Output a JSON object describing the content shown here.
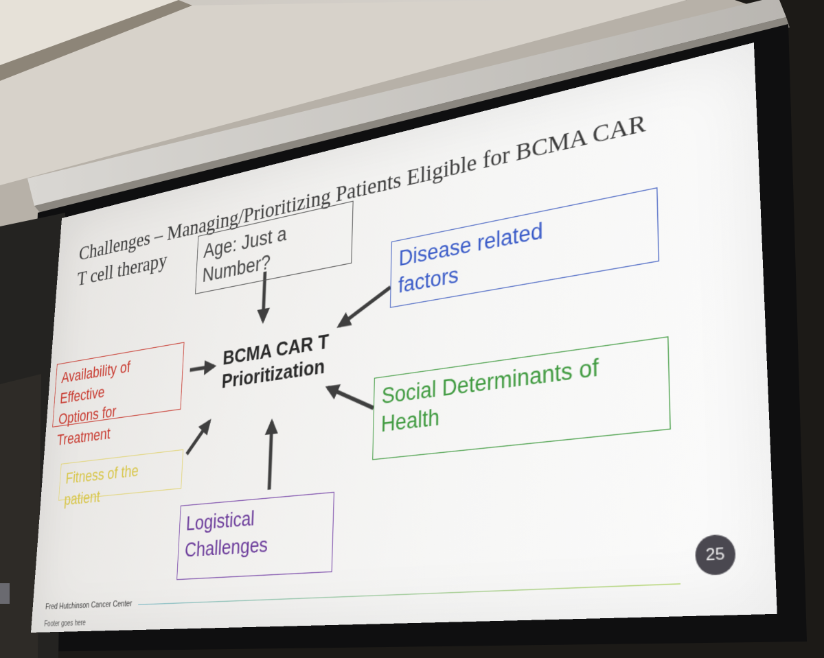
{
  "slide": {
    "title_line1": "Challenges – Managing/Prioritizing Patients Eligible for BCMA CAR",
    "title_line2": "T cell therapy",
    "center_line1": "BCMA CAR T",
    "center_line2": "Prioritization",
    "factors": {
      "age": "Age: Just a Number?",
      "disease_line1": "Disease related",
      "disease_line2": "factors",
      "availability_line1": "Availability of Effective",
      "availability_line2": "Options for Treatment",
      "fitness": "Fitness of the patient",
      "social_line1": "Social Determinants of",
      "social_line2": "Health",
      "logistical_line1": "Logistical",
      "logistical_line2": "Challenges"
    },
    "colors": {
      "age": "#4a4a4a",
      "disease": "#3a5bc8",
      "availability": "#c8392f",
      "fitness": "#d8c64a",
      "social": "#3f9a3f",
      "logistical": "#6a3a9a",
      "arrows": "#3f3f3f"
    },
    "page_number": "25",
    "organization": "Fred Hutchinson Cancer Center",
    "footer": "Footer goes here"
  }
}
